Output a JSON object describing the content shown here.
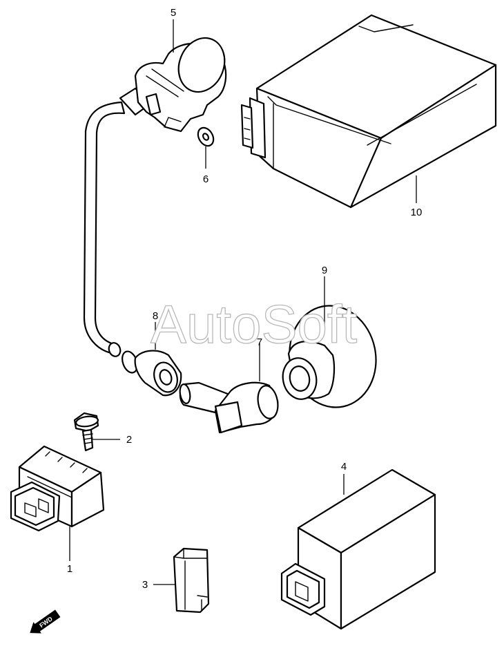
{
  "watermark": "AutoSoft",
  "fwd_label": "FWD",
  "callouts": {
    "c1": "1",
    "c2": "2",
    "c3": "3",
    "c4": "4",
    "c5": "5",
    "c6": "6",
    "c7": "7",
    "c8": "8",
    "c9": "9",
    "c10": "10"
  }
}
